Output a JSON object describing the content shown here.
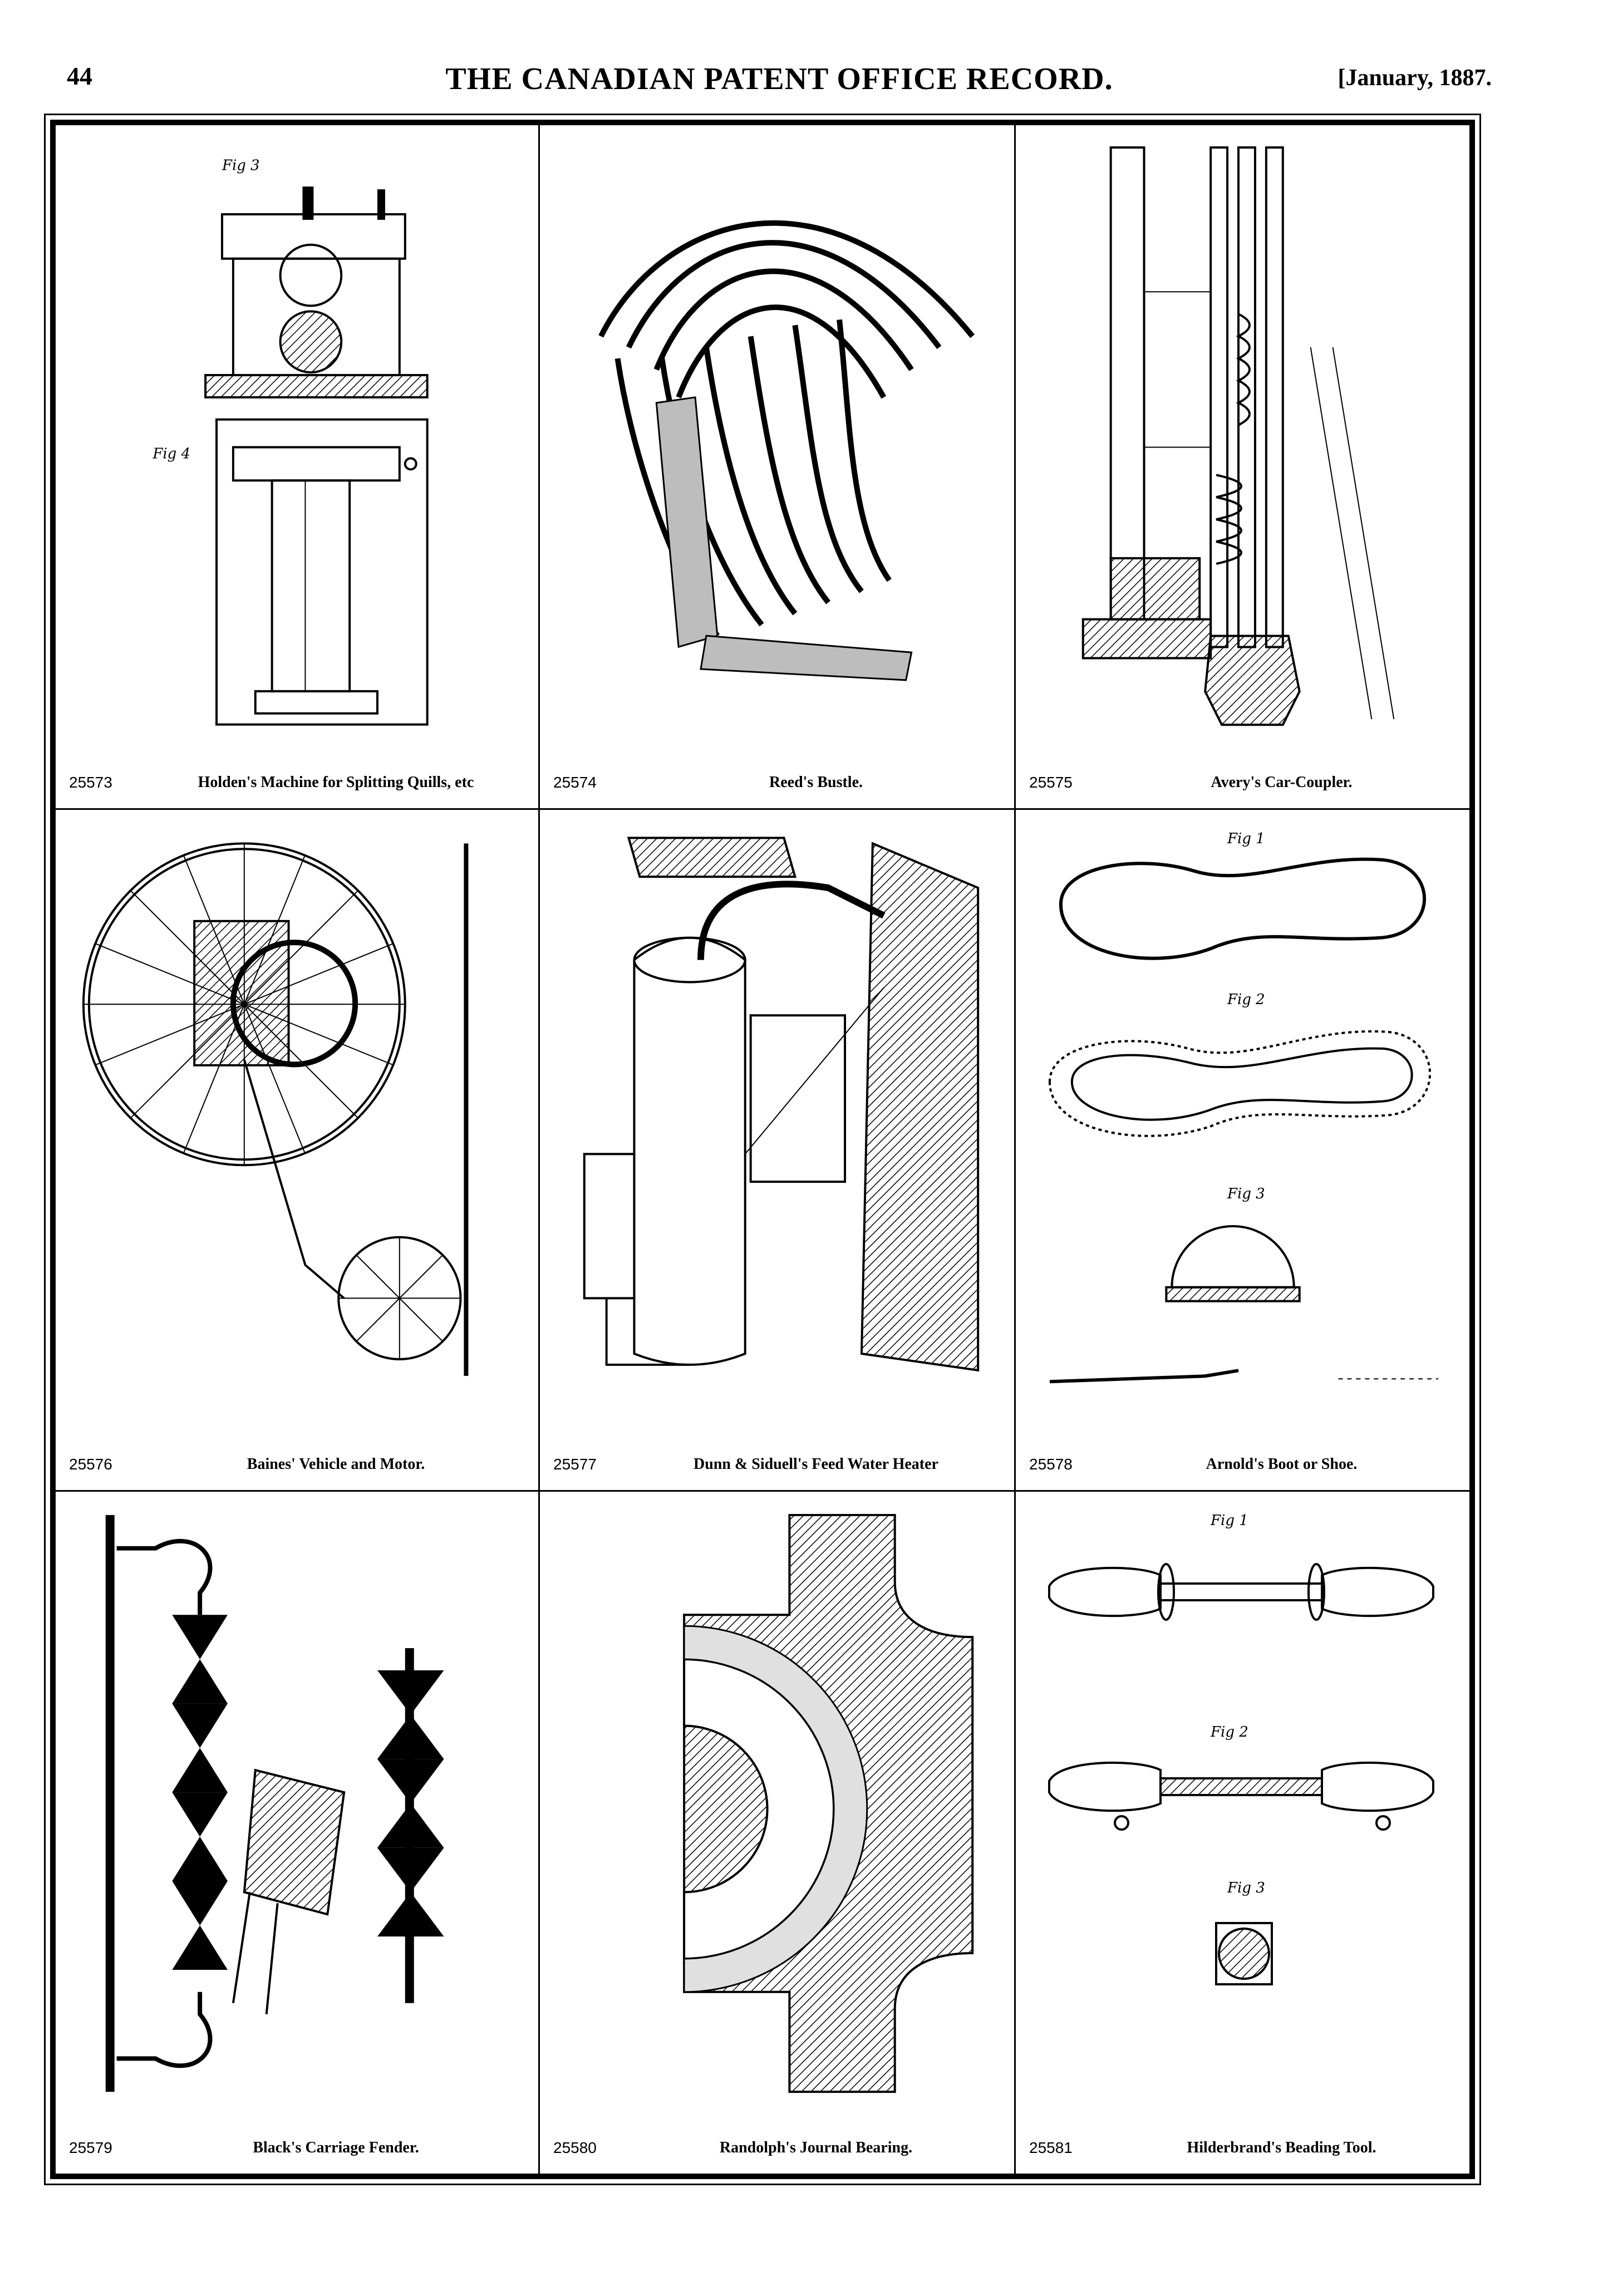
{
  "header": {
    "page_number": "44",
    "journal_title": "THE CANADIAN PATENT OFFICE RECORD.",
    "issue_date": "[January, 1887."
  },
  "figures": [
    {
      "number": "25573",
      "title": "Holden's Machine for Splitting Quills, etc",
      "labels": [
        "Fig 3",
        "Fig 4"
      ]
    },
    {
      "number": "25574",
      "title": "Reed's Bustle."
    },
    {
      "number": "25575",
      "title": "Avery's Car-Coupler."
    },
    {
      "number": "25576",
      "title": "Baines' Vehicle and Motor."
    },
    {
      "number": "25577",
      "title": "Dunn & Siduell's Feed Water Heater"
    },
    {
      "number": "25578",
      "title": "Arnold's Boot or Shoe.",
      "labels": [
        "Fig 1",
        "Fig 2",
        "Fig 3"
      ]
    },
    {
      "number": "25579",
      "title": "Black's Carriage Fender."
    },
    {
      "number": "25580",
      "title": "Randolph's Journal Bearing."
    },
    {
      "number": "25581",
      "title": "Hilderbrand's Beading Tool.",
      "labels": [
        "Fig 1",
        "Fig 2",
        "Fig 3"
      ]
    }
  ]
}
